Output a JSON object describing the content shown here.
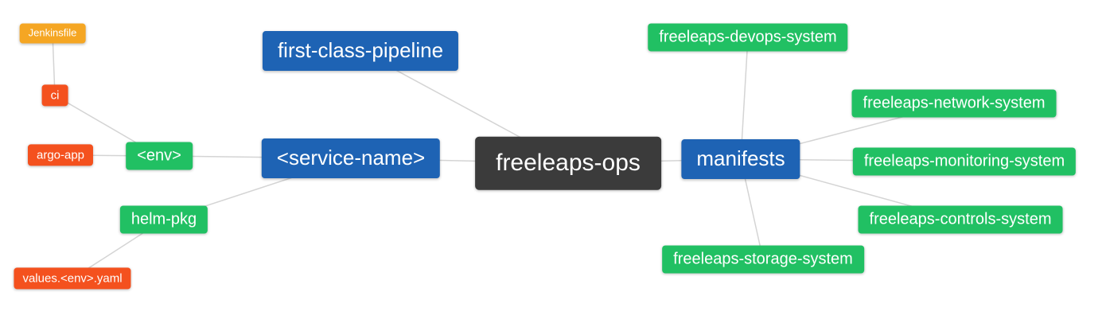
{
  "diagram": {
    "root": {
      "label": "freeleaps-ops"
    },
    "nodes": {
      "first_class_pipeline": {
        "label": "first-class-pipeline"
      },
      "service_name": {
        "label": "<service-name>"
      },
      "manifests": {
        "label": "manifests"
      },
      "env": {
        "label": "<env>"
      },
      "helm_pkg": {
        "label": "helm-pkg"
      },
      "ci": {
        "label": "ci"
      },
      "argo_app": {
        "label": "argo-app"
      },
      "jenkinsfile": {
        "label": "Jenkinsfile"
      },
      "values_env_yaml": {
        "label": "values.<env>.yaml"
      },
      "devops_system": {
        "label": "freeleaps-devops-system"
      },
      "network_system": {
        "label": "freeleaps-network-system"
      },
      "monitoring_system": {
        "label": "freeleaps-monitoring-system"
      },
      "controls_system": {
        "label": "freeleaps-controls-system"
      },
      "storage_system": {
        "label": "freeleaps-storage-system"
      }
    },
    "colors": {
      "root_bg": "#3b3b3b",
      "primary_bg": "#1e63b4",
      "green_bg": "#21c063",
      "red_bg": "#f4511e",
      "orange_bg": "#f5a623",
      "edge": "#d4d4d4",
      "text": "#ffffff"
    }
  }
}
